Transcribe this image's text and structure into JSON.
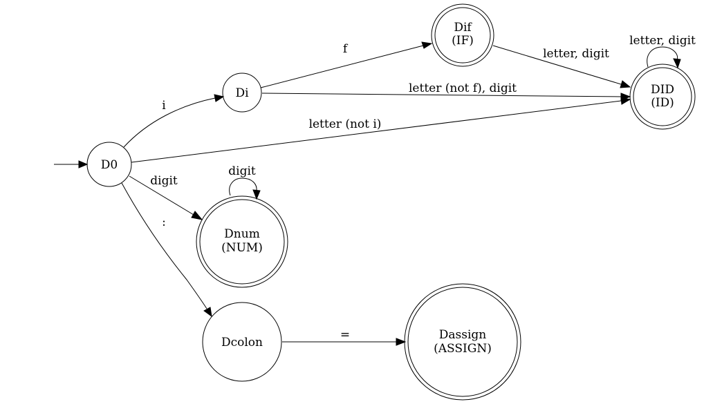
{
  "diagram": {
    "nodes": {
      "d0": {
        "line1": "D0",
        "line2": ""
      },
      "di": {
        "line1": "Di",
        "line2": ""
      },
      "dif": {
        "line1": "Dif",
        "line2": "(IF)"
      },
      "did": {
        "line1": "DID",
        "line2": "(ID)"
      },
      "dnum": {
        "line1": "Dnum",
        "line2": "(NUM)"
      },
      "dcolon": {
        "line1": "Dcolon",
        "line2": ""
      },
      "dassign": {
        "line1": "Dassign",
        "line2": "(ASSIGN)"
      }
    },
    "edges": {
      "d0_di": "i",
      "d0_did": "letter (not i)",
      "d0_dnum": "digit",
      "d0_dcolon": ":",
      "di_dif": "f",
      "di_did": "letter (not f), digit",
      "dif_did": "letter, digit",
      "did_loop": "letter, digit",
      "dnum_loop": "digit",
      "dcolon_dassign": "="
    },
    "accepting": [
      "dif",
      "did",
      "dnum",
      "dassign"
    ],
    "start": "d0"
  }
}
